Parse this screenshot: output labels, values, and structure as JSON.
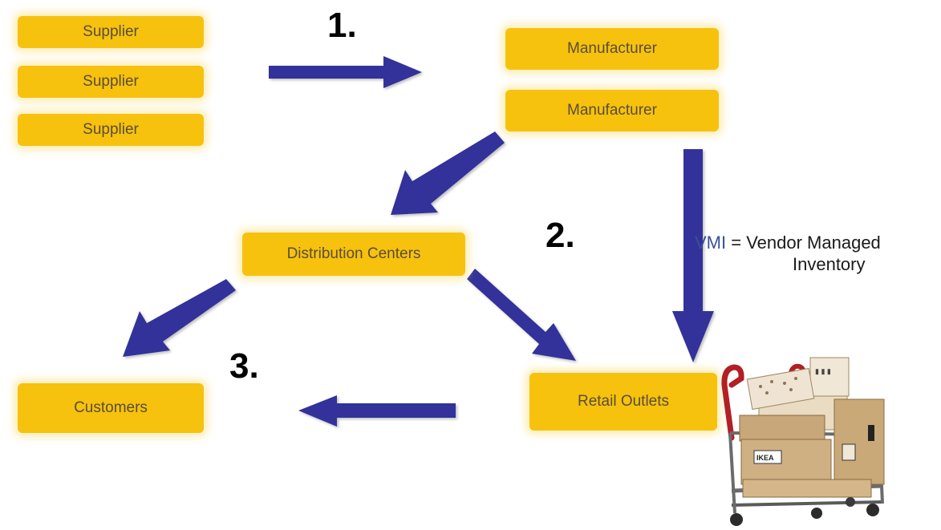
{
  "nodes": {
    "supplier_1": "Supplier",
    "supplier_2": "Supplier",
    "supplier_3": "Supplier",
    "manufacturer_1": "Manufacturer",
    "manufacturer_2": "Manufacturer",
    "distribution_centers": "Distribution Centers",
    "customers": "Customers",
    "retail_outlets": "Retail Outlets"
  },
  "steps": {
    "one": "1.",
    "two": "2.",
    "three": "3."
  },
  "vmi": {
    "abbr": "VMI",
    "definition_line1": "= Vendor Managed",
    "definition_line2": "Inventory"
  },
  "colors": {
    "node_fill": "#f6c20e",
    "arrow_fill": "#30339a",
    "vmi_accent": "#3a4f9a"
  },
  "image": {
    "cart_brand_text": "IKEA"
  }
}
